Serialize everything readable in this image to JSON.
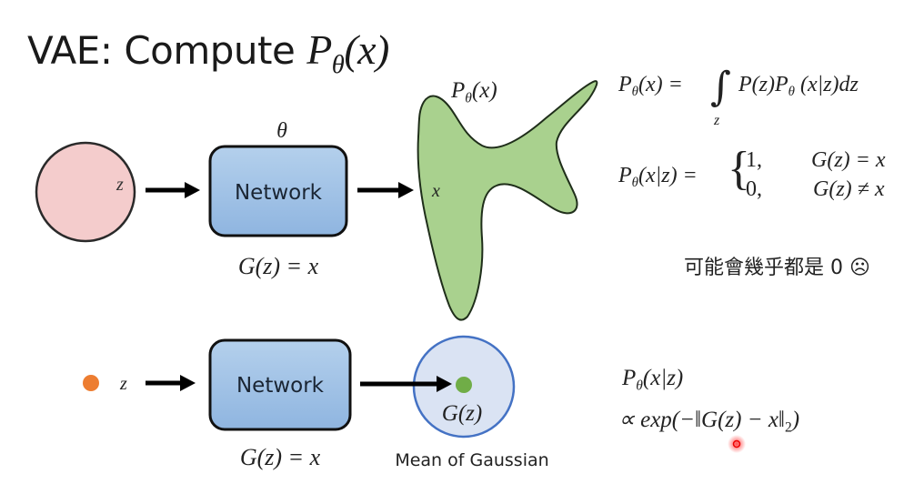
{
  "slide": {
    "title_text": "VAE: Compute ",
    "title_math": "P",
    "title_math_sub": "θ",
    "title_math_arg": "(x)"
  },
  "top_diagram": {
    "latent_label": "z",
    "theta_label": "θ",
    "network_label": "Network",
    "mapping_label": "G(z) = x",
    "distribution_label_p": "P",
    "distribution_label_sub": "θ",
    "distribution_label_arg": "(x)",
    "point_label": "x"
  },
  "bottom_diagram": {
    "latent_label": "z",
    "network_label": "Network",
    "mapping_label": "G(z) = x",
    "mean_label": "G(z)",
    "caption": "Mean of Gaussian"
  },
  "equations": {
    "marginal": {
      "lhs": "P",
      "lhs_sub": "θ",
      "lhs_arg": "(x) =",
      "integral": "∫",
      "integral_sub": "z",
      "rhs": "P(z)P",
      "rhs_sub": "θ",
      "rhs_arg": "(x|z)dz"
    },
    "conditional": {
      "lhs": "P",
      "lhs_sub": "θ",
      "lhs_arg": "(x|z) =",
      "brace": "{",
      "case1_value": "1,",
      "case1_cond": "G(z) = x",
      "case2_value": "0,",
      "case2_cond": "G(z) ≠ x"
    },
    "note": "可能會幾乎都是 0 ☹",
    "gaussian": {
      "line1_p": "P",
      "line1_sub": "θ",
      "line1_arg": "(x|z)",
      "line2": "∝ exp(−‖G(z) − x‖",
      "line2_sub": "2",
      "line2_end": ")"
    }
  },
  "colors": {
    "latent_fill": "#f4cccc",
    "network_fill": "#9dc3e6",
    "distribution_fill": "#a9d18e",
    "gaussian_fill": "#dae3f3",
    "gaussian_stroke": "#4472c4",
    "orange_dot": "#ed7d31",
    "green_dot": "#70ad47",
    "cursor_dot": "#ff3b3b"
  }
}
